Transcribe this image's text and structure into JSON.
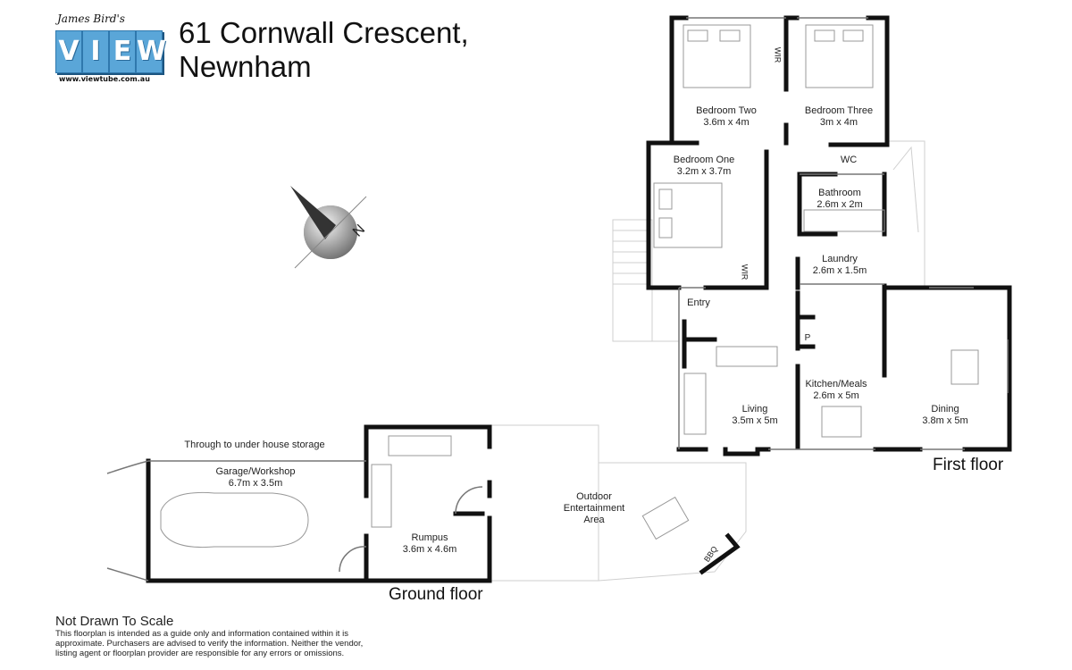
{
  "brand": {
    "tagline": "James Bird's",
    "letters": [
      "V",
      "I",
      "E",
      "W"
    ],
    "url": "www.viewtube.com.au",
    "color": "#5aa6d8"
  },
  "address": {
    "line1": "61 Cornwall Crescent,",
    "line2": "Newnham"
  },
  "floors": {
    "first": "First floor",
    "ground": "Ground floor"
  },
  "rooms": {
    "bedroom_two": {
      "name": "Bedroom Two",
      "size": "3.6m x 4m"
    },
    "bedroom_three": {
      "name": "Bedroom Three",
      "size": "3m x 4m"
    },
    "bedroom_one": {
      "name": "Bedroom One",
      "size": "3.2m x 3.7m"
    },
    "wc": {
      "name": "WC"
    },
    "bathroom": {
      "name": "Bathroom",
      "size": "2.6m x 2m"
    },
    "laundry": {
      "name": "Laundry",
      "size": "2.6m x 1.5m"
    },
    "entry": {
      "name": "Entry"
    },
    "kitchen": {
      "name": "Kitchen/Meals",
      "size": "2.6m x 5m"
    },
    "living": {
      "name": "Living",
      "size": "3.5m x 5m"
    },
    "dining": {
      "name": "Dining",
      "size": "3.8m x 5m"
    },
    "garage": {
      "name": "Garage/Workshop",
      "size": "6.7m x 3.5m"
    },
    "rumpus": {
      "name": "Rumpus",
      "size": "3.6m x 4.6m"
    },
    "outdoor": {
      "line1": "Outdoor",
      "line2": "Entertainment",
      "line3": "Area"
    }
  },
  "notes": {
    "storage": "Through to under house storage",
    "robe1": "WIR",
    "robe2": "WIR",
    "pantry": "P",
    "bbq": "BBQ"
  },
  "compass": {
    "label": "N"
  },
  "disclaimer": {
    "title": "Not Drawn To Scale",
    "line1": "This floorplan is intended as a guide only and information contained within it is",
    "line2": "approximate. Purchasers are advised to verify the information. Neither the vendor,",
    "line3": "listing agent or floorplan provider are responsible for any errors or omissions."
  }
}
